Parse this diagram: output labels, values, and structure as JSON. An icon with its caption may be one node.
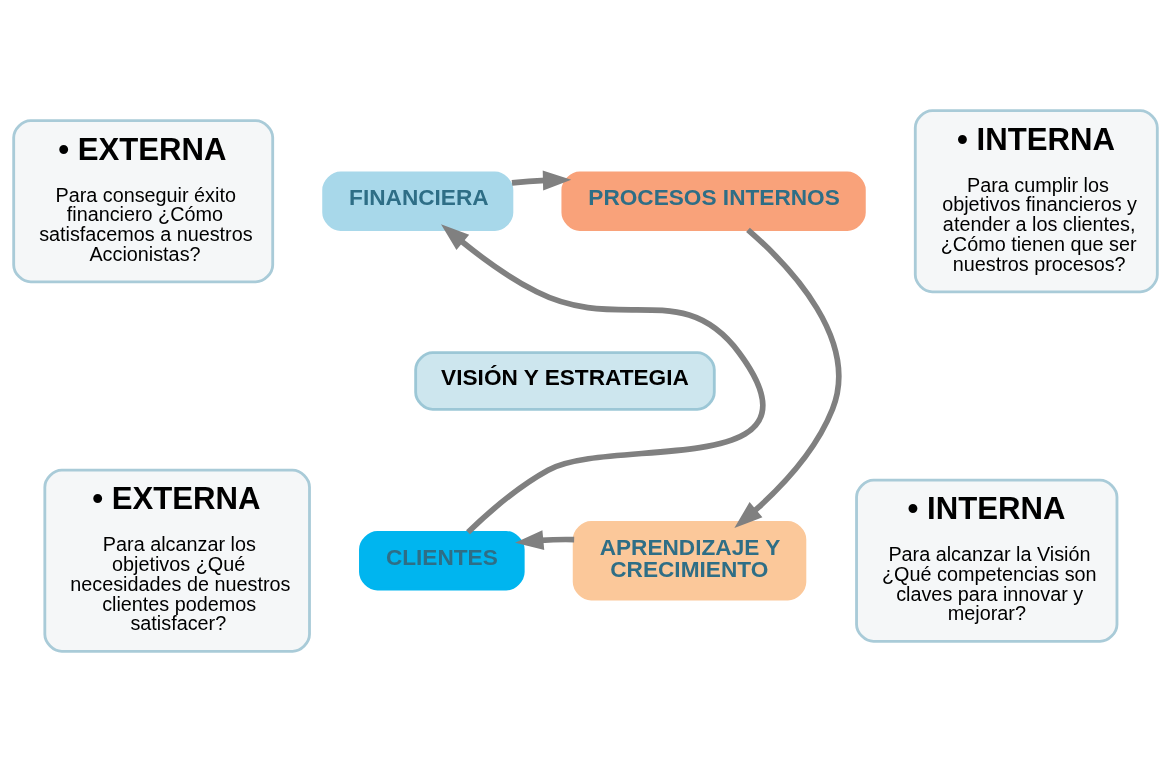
{
  "diagram": {
    "nodes": [
      {
        "text": [
          "• EXTERNA",
          "Para conseguir éxito financiero ¿Cómo satisfacemos a nuestros Accionistas?"
        ]
      },
      {
        "text": [
          "• INTERNA",
          "Para cumplir los objetivos financieros y atender a los clientes, ¿Cómo tienen que ser nuestros procesos?"
        ]
      },
      {
        "text": [
          "FINANCIERA"
        ]
      },
      {
        "text": [
          "PROCESOS INTERNOS"
        ]
      },
      {
        "text": [
          "VISIÓN Y ESTRATEGIA"
        ]
      },
      {
        "text": [
          "CLIENTES"
        ]
      },
      {
        "text": [
          "APRENDIZAJE Y CRECIMIENTO"
        ]
      },
      {
        "text": [
          "• EXTERNA",
          "Para alcanzar los objetivos ¿Qué necesidades de nuestros clientes podemos satisfacer?"
        ]
      },
      {
        "text": [
          "• INTERNA",
          "Para alcanzar la Visión ¿Qué competencias son claves para innovar y mejorar?"
        ]
      }
    ],
    "edges": [
      {
        "from": 2,
        "to": 3,
        "arrow": "to"
      },
      {
        "from": 3,
        "to": 6,
        "arrow": "to"
      },
      {
        "from": 6,
        "to": 5,
        "arrow": "to"
      },
      {
        "from": 5,
        "to": 2,
        "arrow": "to"
      }
    ]
  }
}
